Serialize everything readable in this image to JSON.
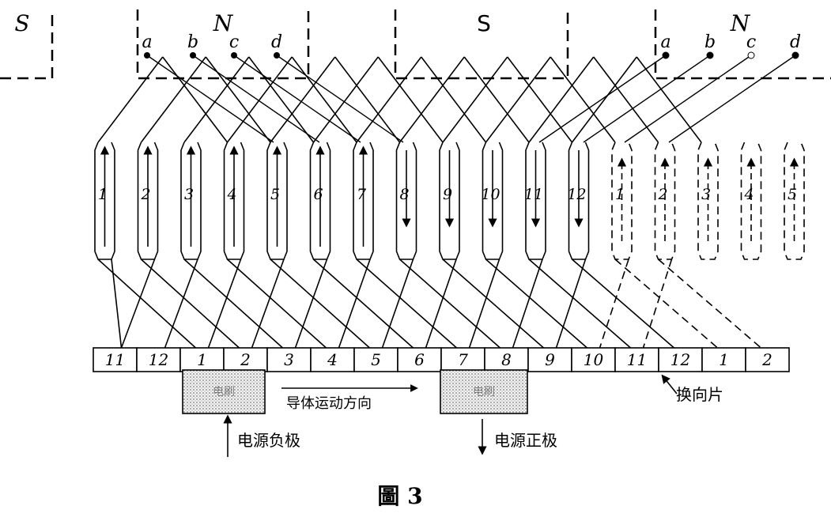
{
  "poles": [
    {
      "id": "pole-s-left",
      "label": "S"
    },
    {
      "id": "pole-n-1",
      "label": "N"
    },
    {
      "id": "pole-s-mid",
      "label": "S"
    },
    {
      "id": "pole-n-2",
      "label": "N"
    }
  ],
  "terminals_left": [
    "a",
    "b",
    "c",
    "d"
  ],
  "terminals_right": [
    "a",
    "b",
    "c",
    "d"
  ],
  "coils": [
    "1",
    "2",
    "3",
    "4",
    "5",
    "6",
    "7",
    "8",
    "9",
    "10",
    "11",
    "12",
    "1",
    "2",
    "3",
    "4",
    "5"
  ],
  "commutator": [
    "11",
    "12",
    "1",
    "2",
    "3",
    "4",
    "5",
    "6",
    "7",
    "8",
    "9",
    "10",
    "11",
    "12",
    "1",
    "2"
  ],
  "brushes": {
    "negative": {
      "text": "电刷",
      "power_label": "电源负极"
    },
    "positive": {
      "text": "电刷",
      "power_label": "电源正极"
    }
  },
  "motion_label": "导体运动方向",
  "segment_label": "换向片",
  "caption": "圖 3"
}
